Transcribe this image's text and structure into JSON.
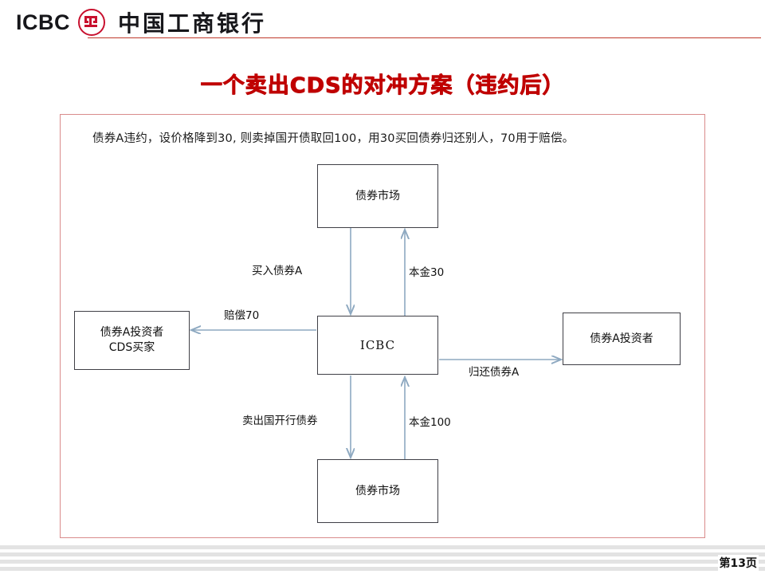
{
  "header": {
    "brand_latin": "ICBC",
    "brand_cn": "中国工商银行",
    "emblem_icon": "icbc-emblem-icon",
    "rule_color": "#c0392b"
  },
  "slide": {
    "title": "一个卖出CDS的对冲方案（违约后）",
    "title_color": "#c00000",
    "frame_color": "#d98b8b"
  },
  "diagram": {
    "description": "债券A违约，设价格降到30, 则卖掉国开债取回100，用30买回债券归还别人，70用于赔偿。",
    "nodes": {
      "top": {
        "line1": "债券市场"
      },
      "left": {
        "line1": "债券A投资者",
        "line2": "CDS买家"
      },
      "center": {
        "line1": "ICBC"
      },
      "right": {
        "line1": "债券A投资者"
      },
      "bottom": {
        "line1": "债券市场"
      }
    },
    "edges": [
      {
        "id": "buy-bond-a",
        "label": "买入债券A",
        "from": "top",
        "to": "center",
        "direction": "down"
      },
      {
        "id": "principal-30",
        "label": "本金30",
        "from": "center",
        "to": "top",
        "direction": "up"
      },
      {
        "id": "compensate-70",
        "label": "赔偿70",
        "from": "center",
        "to": "left",
        "direction": "left"
      },
      {
        "id": "return-bond-a",
        "label": "归还债券A",
        "from": "center",
        "to": "right",
        "direction": "right"
      },
      {
        "id": "sell-cdb-bond",
        "label": "卖出国开行债券",
        "from": "center",
        "to": "bottom",
        "direction": "down"
      },
      {
        "id": "principal-100",
        "label": "本金100",
        "from": "bottom",
        "to": "center",
        "direction": "up"
      }
    ],
    "connector_color": "#8ea9c1"
  },
  "footer": {
    "page_label": "第13页"
  }
}
